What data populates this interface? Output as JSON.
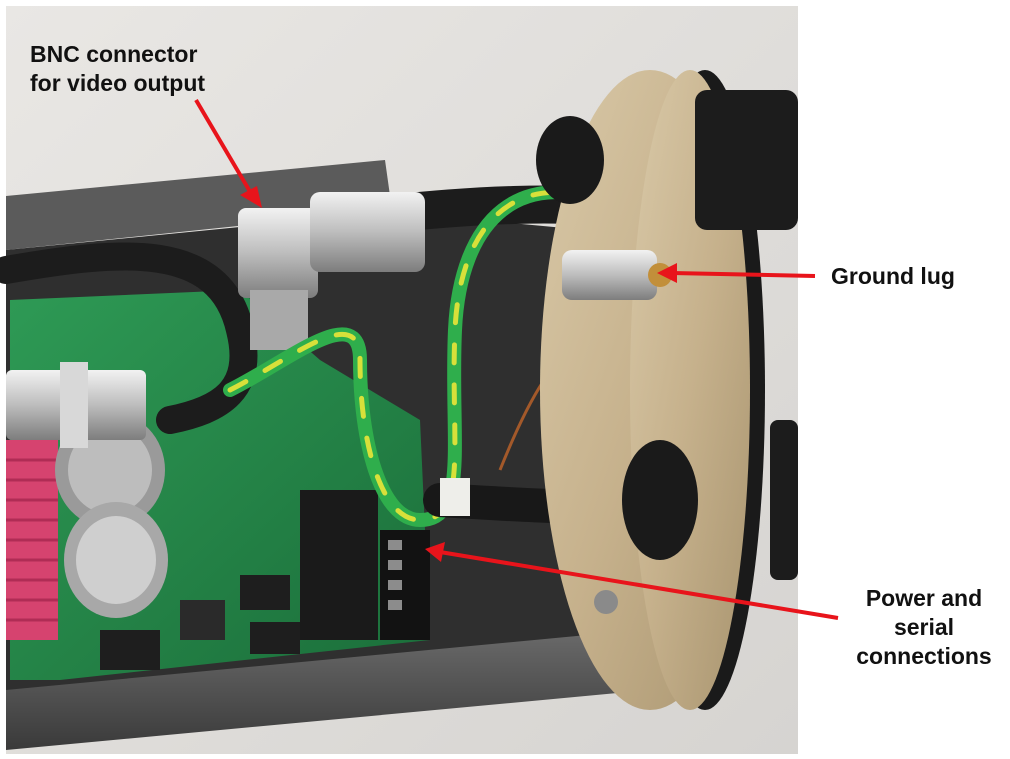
{
  "labels": {
    "bnc": {
      "line1": "BNC connector",
      "line2": "for video output"
    },
    "ground": {
      "line1": "Ground lug"
    },
    "power": {
      "line1": "Power and",
      "line2": "serial",
      "line3": "connections"
    }
  },
  "colors": {
    "arrow": "#e8141b",
    "label_text": "#111111",
    "background": "#ffffff"
  }
}
